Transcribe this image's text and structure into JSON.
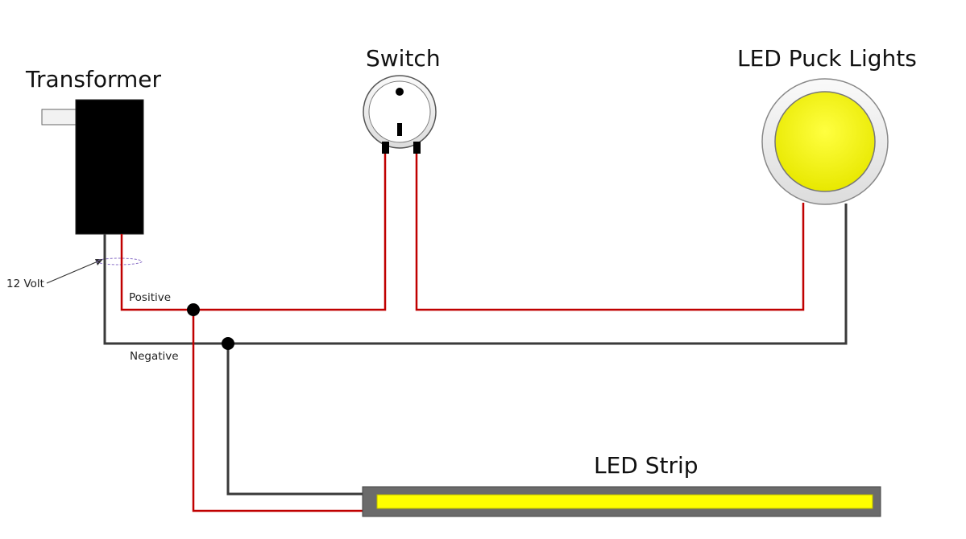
{
  "labels": {
    "transformer": "Transformer",
    "switch": "Switch",
    "puck": "LED Puck Lights",
    "strip": "LED Strip",
    "voltage": "12 Volt",
    "positive": "Positive",
    "negative": "Negative"
  },
  "colors": {
    "positive_wire": "#c00000",
    "negative_wire": "#3a3a3a",
    "led_yellow": "#ffff00",
    "transformer_body": "#000000",
    "strip_housing": "#6b6b6b"
  }
}
